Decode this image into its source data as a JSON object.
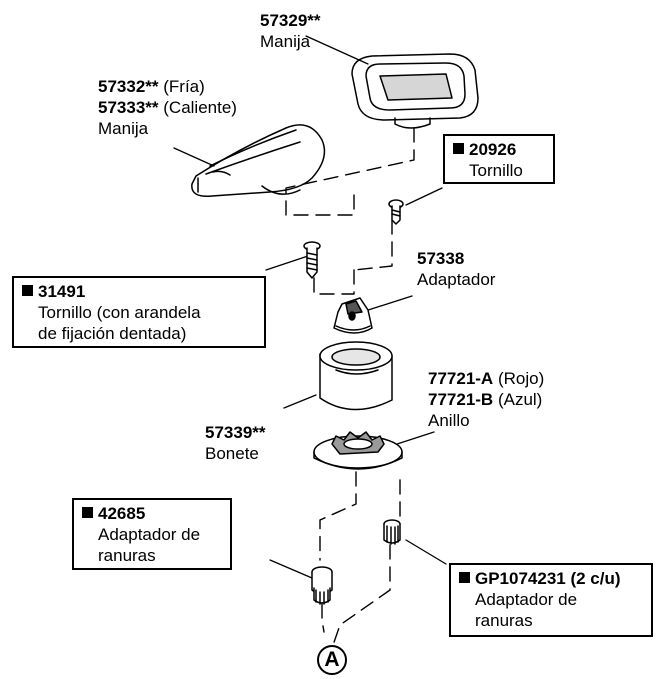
{
  "labels": {
    "handle_square": {
      "part": "57329**",
      "name": "Manija"
    },
    "handle_lever": {
      "part_cold": "57332**",
      "cold": "(Fría)",
      "part_hot": "57333**",
      "hot": "(Caliente)",
      "name": "Manija"
    },
    "screw_20926": {
      "part": "20926",
      "name": "Tornillo"
    },
    "adapter_57338": {
      "part": "57338",
      "name": "Adaptador"
    },
    "screw_31491": {
      "part": "31491",
      "line1": "Tornillo (con arandela",
      "line2": "de fijación dentada)"
    },
    "ring": {
      "part_red": "77721-A",
      "red": "(Rojo)",
      "part_blue": "77721-B",
      "blue": "(Azul)",
      "name": "Anillo"
    },
    "bonnet": {
      "part": "57339**",
      "name": "Bonete"
    },
    "spline_42685": {
      "part": "42685",
      "line1": "Adaptador de",
      "line2": "ranuras"
    },
    "spline_gp": {
      "part": "GP1074231 (2 c/u)",
      "line1": "Adaptador de",
      "line2": "ranuras"
    },
    "callout_a": "A"
  }
}
